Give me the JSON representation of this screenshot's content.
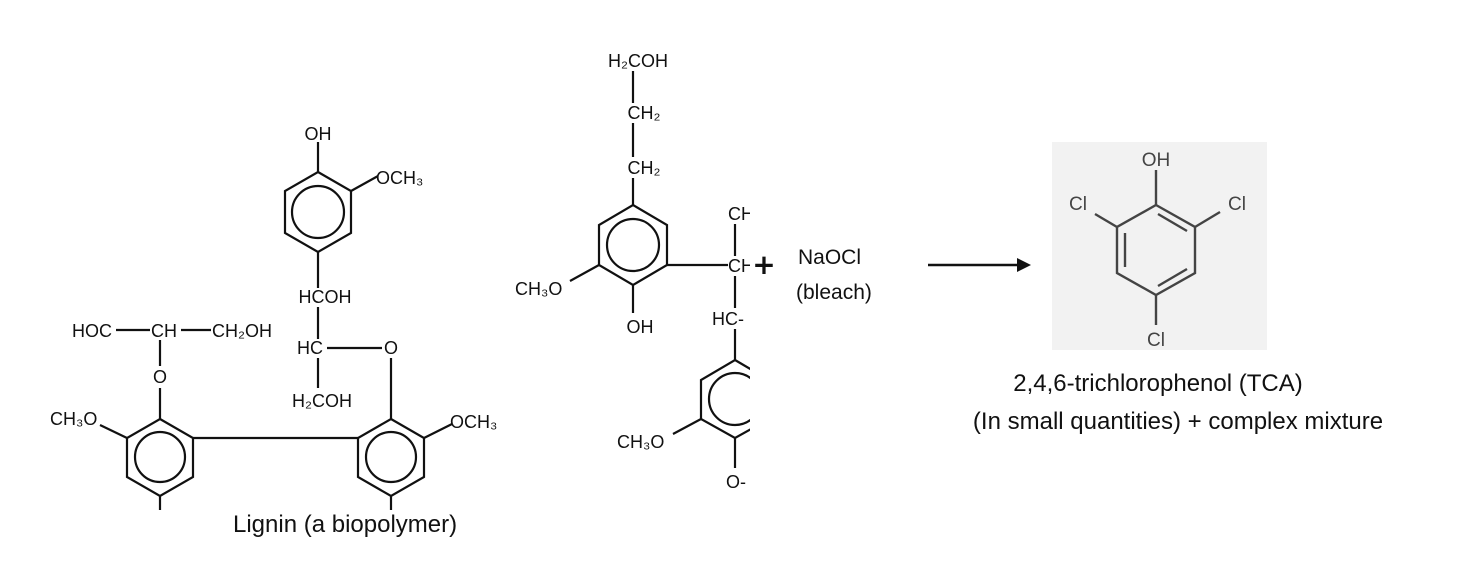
{
  "lignin": {
    "caption": "Lignin (a biopolymer)",
    "top_ring": {
      "oh": "OH",
      "och3": "OCH₃",
      "hcoh": "HCOH",
      "hc": "HC",
      "o": "O",
      "h2coh": "H₂COH"
    },
    "side_chain": {
      "hoc": "HOC",
      "ch": "CH",
      "ch2oh": "CH₂OH",
      "o": "O"
    },
    "left_ring": {
      "ch3o": "CH₃O"
    },
    "right_ring": {
      "och3": "OCH₃"
    },
    "second_unit": {
      "h2coh": "H₂COH",
      "ch2_a": "CH₂",
      "ch2_b": "CH₂",
      "ch3o": "CH₃O",
      "oh": "OH",
      "ch_top": "CH",
      "ch_mid": "CH",
      "hc": "HC-",
      "ch3o_lower": "CH₃O",
      "o_bottom": "O-"
    }
  },
  "reaction": {
    "plus": "+",
    "reagent": "NaOCl",
    "reagent_note": "(bleach)"
  },
  "product": {
    "oh": "OH",
    "cl_left": "Cl",
    "cl_right": "Cl",
    "cl_bottom": "Cl",
    "name": "2,4,6-trichlorophenol (TCA)",
    "note": "(In small quantities) + complex mixture"
  }
}
